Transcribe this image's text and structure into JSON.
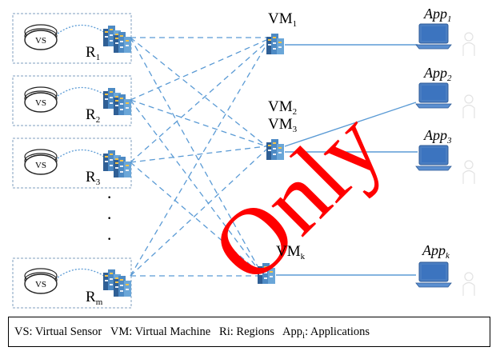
{
  "regions": [
    {
      "vs": "VS",
      "label": "R",
      "sub": "1"
    },
    {
      "vs": "VS",
      "label": "R",
      "sub": "2"
    },
    {
      "vs": "VS",
      "label": "R",
      "sub": "3"
    },
    {
      "vs": "VS",
      "label": "R",
      "sub": "m"
    }
  ],
  "ellipsis": "·",
  "vms": [
    {
      "label": "VM",
      "sub": "1"
    },
    {
      "label": "VM",
      "sub": "2"
    },
    {
      "label": "VM",
      "sub": "3"
    },
    {
      "label": "VM",
      "sub": "k"
    }
  ],
  "apps": [
    {
      "label": "App",
      "sub": "1"
    },
    {
      "label": "App",
      "sub": "2"
    },
    {
      "label": "App",
      "sub": "3"
    },
    {
      "label": "App",
      "sub": "k"
    }
  ],
  "watermark": "Only",
  "legend": {
    "vs": "VS: Virtual Sensor",
    "vm": "VM: Virtual Machine",
    "ri": "Ri: Regions",
    "app_prefix": "App",
    "app_sub": "i",
    "app_suffix": ": Applications"
  },
  "colors": {
    "dashed_line": "#5b9bd5",
    "solid_line": "#5b9bd5",
    "region_box": "#7f9fbf",
    "watermark": "#ff0000",
    "laptop": "#4a7ec2"
  }
}
